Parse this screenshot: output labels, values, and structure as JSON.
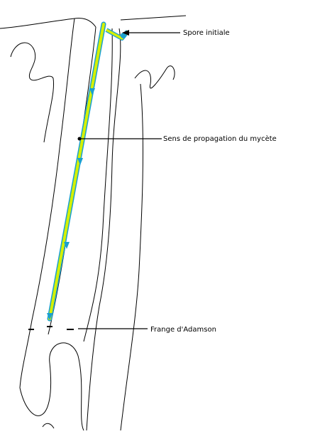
{
  "labels": {
    "spore": "Spore initiale",
    "propagation": "Sens de propagation du mycète",
    "frange": "Frange d'Adamson"
  },
  "colors": {
    "outline": "#000000",
    "mycelium_fill": "#d4f000",
    "mycelium_edge": "#1aa0d0",
    "background": "#ffffff"
  }
}
